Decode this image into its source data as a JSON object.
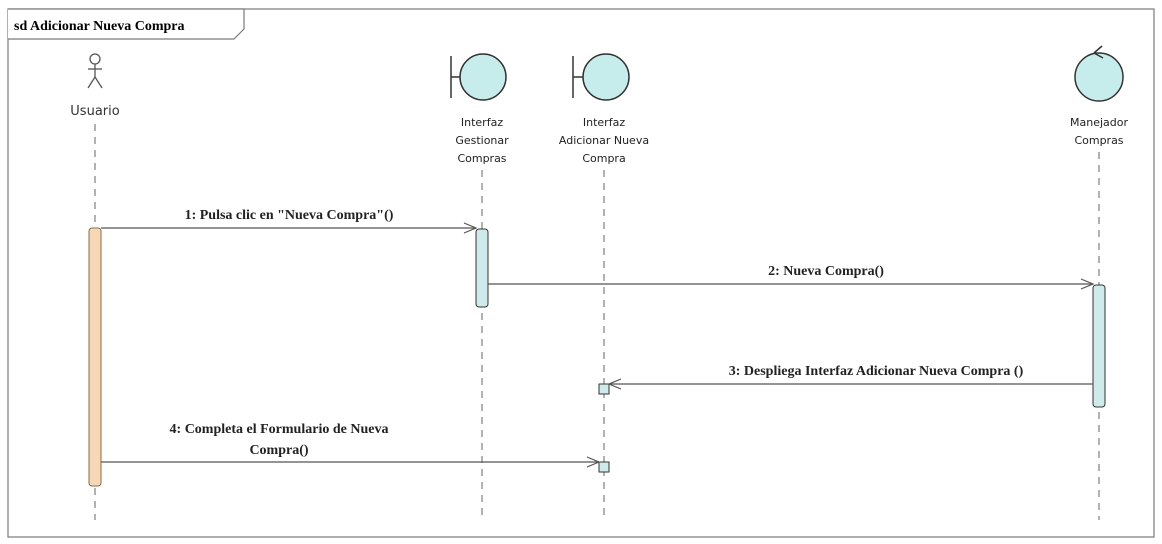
{
  "frame": {
    "title": "sd Adicionar Nueva Compra"
  },
  "colors": {
    "boundary_fill": "#c7ecec",
    "activation_actor_fill": "#f7d8b6",
    "activation_fill": "#cfeaea",
    "line": "#555555",
    "frame": "#7a7a7a"
  },
  "lifelines": [
    {
      "id": "usuario",
      "kind": "actor",
      "label_lines": [
        "Usuario"
      ],
      "icon": "actor-icon"
    },
    {
      "id": "interfaz-gestionar",
      "kind": "boundary",
      "label_lines": [
        "Interfaz",
        "Gestionar",
        "Compras"
      ],
      "icon": "boundary-icon"
    },
    {
      "id": "interfaz-adicionar",
      "kind": "boundary",
      "label_lines": [
        "Interfaz",
        "Adicionar Nueva",
        "Compra"
      ],
      "icon": "boundary-icon"
    },
    {
      "id": "manejador",
      "kind": "control",
      "label_lines": [
        "Manejador",
        "Compras"
      ],
      "icon": "control-icon"
    }
  ],
  "messages": [
    {
      "number": "1",
      "label_lines": [
        "1: Pulsa clic en \"Nueva Compra\"()"
      ],
      "from": "usuario",
      "to": "interfaz-gestionar"
    },
    {
      "number": "2",
      "label_lines": [
        "2: Nueva Compra()"
      ],
      "from": "interfaz-gestionar",
      "to": "manejador"
    },
    {
      "number": "3",
      "label_lines": [
        "3: Despliega Interfaz Adicionar Nueva Compra ()"
      ],
      "from": "manejador",
      "to": "interfaz-adicionar"
    },
    {
      "number": "4",
      "label_lines": [
        "4: Completa el Formulario de Nueva",
        "Compra()"
      ],
      "from": "usuario",
      "to": "interfaz-adicionar"
    }
  ]
}
